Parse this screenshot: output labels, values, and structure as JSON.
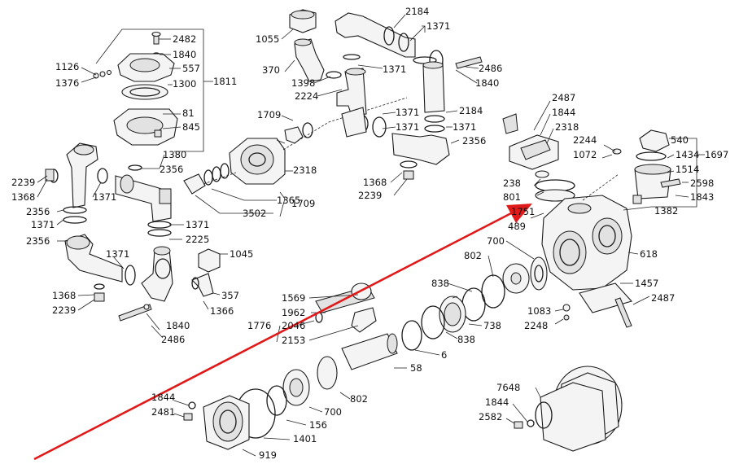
{
  "diagram": {
    "labels": {
      "l2482": "2482",
      "l1840a": "1840",
      "l1126": "1126",
      "l557": "557",
      "l1376": "1376",
      "l1300": "1300",
      "l1811": "1811",
      "l81": "81",
      "l845": "845",
      "l1055": "1055",
      "l2184a": "2184",
      "l1371a": "1371",
      "l370": "370",
      "l1371b": "1371",
      "l2486a": "2486",
      "l1398": "1398",
      "l1840b": "1840",
      "l2224": "2224",
      "l2184b": "2184",
      "l1709a": "1709",
      "l1371c": "1371",
      "l1371d": "1371",
      "l2356a": "2356",
      "l1380": "1380",
      "l2356b": "2356",
      "l2318a": "2318",
      "l2239a": "2239",
      "l1368a": "1368",
      "l1371e": "1371",
      "l1365": "1365",
      "l1709b": "1709",
      "l3502": "3502",
      "l1368b": "1368",
      "l2239b": "2239",
      "l2356c": "2356",
      "l1371f": "1371",
      "l2225": "2225",
      "l2356d": "2356",
      "l1045": "1045",
      "l1371g": "1371",
      "l1368c": "1368",
      "l357": "357",
      "l2239c": "2239",
      "l1366": "1366",
      "l1840c": "1840",
      "l2486b": "2486",
      "l2487a": "2487",
      "l1844a": "1844",
      "l2318b": "2318",
      "l2244": "2244",
      "l540": "540",
      "l1072": "1072",
      "l1434": "1434",
      "l1697": "1697",
      "l1514": "1514",
      "l238": "238",
      "l2598": "2598",
      "l801": "801",
      "l1843": "1843",
      "l1751": "1751",
      "l1382": "1382",
      "l489": "489",
      "l700a": "700",
      "l618": "618",
      "l802a": "802",
      "l838a": "838",
      "l1457": "1457",
      "l2487b": "2487",
      "l1083": "1083",
      "l738": "738",
      "l2248": "2248",
      "l838b": "838",
      "l6": "6",
      "l1569": "1569",
      "l1962": "1962",
      "l1776": "1776",
      "l2046": "2046",
      "l2153": "2153",
      "l58": "58",
      "l802b": "802",
      "l700b": "700",
      "l1844b": "1844",
      "l2481": "2481",
      "l156": "156",
      "l1401": "1401",
      "l919": "919",
      "l7648": "7648",
      "l1844c": "1844",
      "l2582": "2582"
    },
    "arrow_color": "#e01a1a"
  }
}
